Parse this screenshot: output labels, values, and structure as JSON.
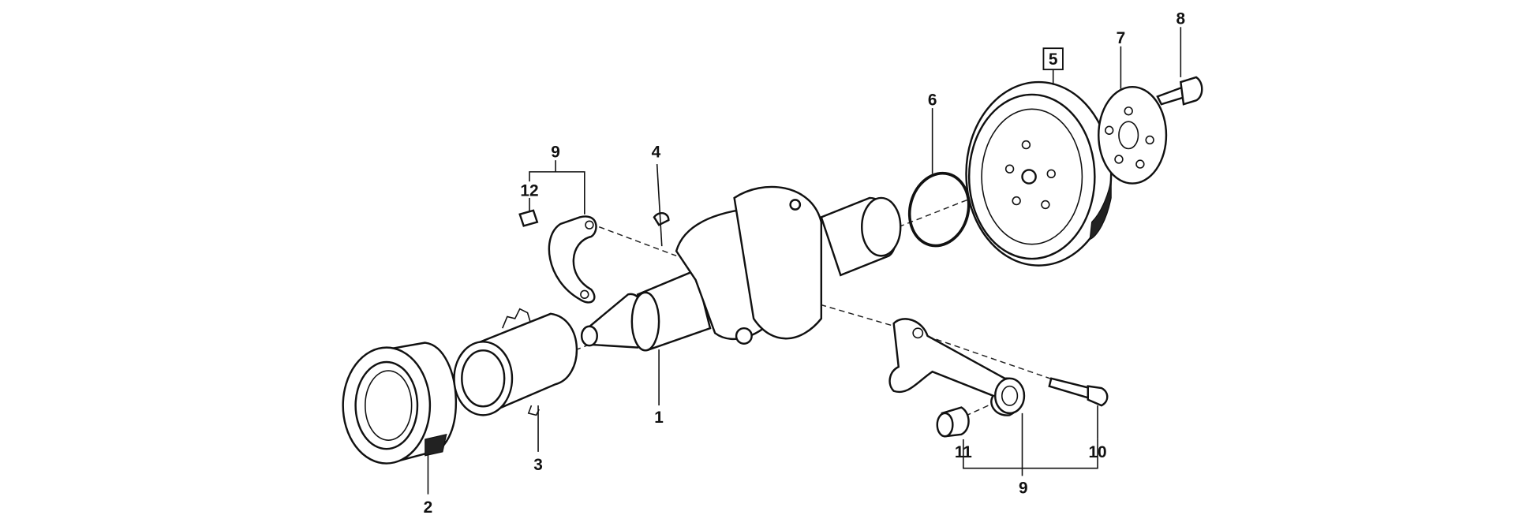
{
  "diagram": {
    "callouts": {
      "crankshaft": "1",
      "ball_bearing": "2",
      "sprocket": "3",
      "woodruff_key": "4",
      "flywheel": "5",
      "o_ring": "6",
      "flange": "7",
      "bolt": "8",
      "bearing_set_upper": "9",
      "bearing_set_lower": "9",
      "conrod_bolt": "10",
      "conrod_bushing": "11",
      "dowel_pin": "12"
    }
  }
}
